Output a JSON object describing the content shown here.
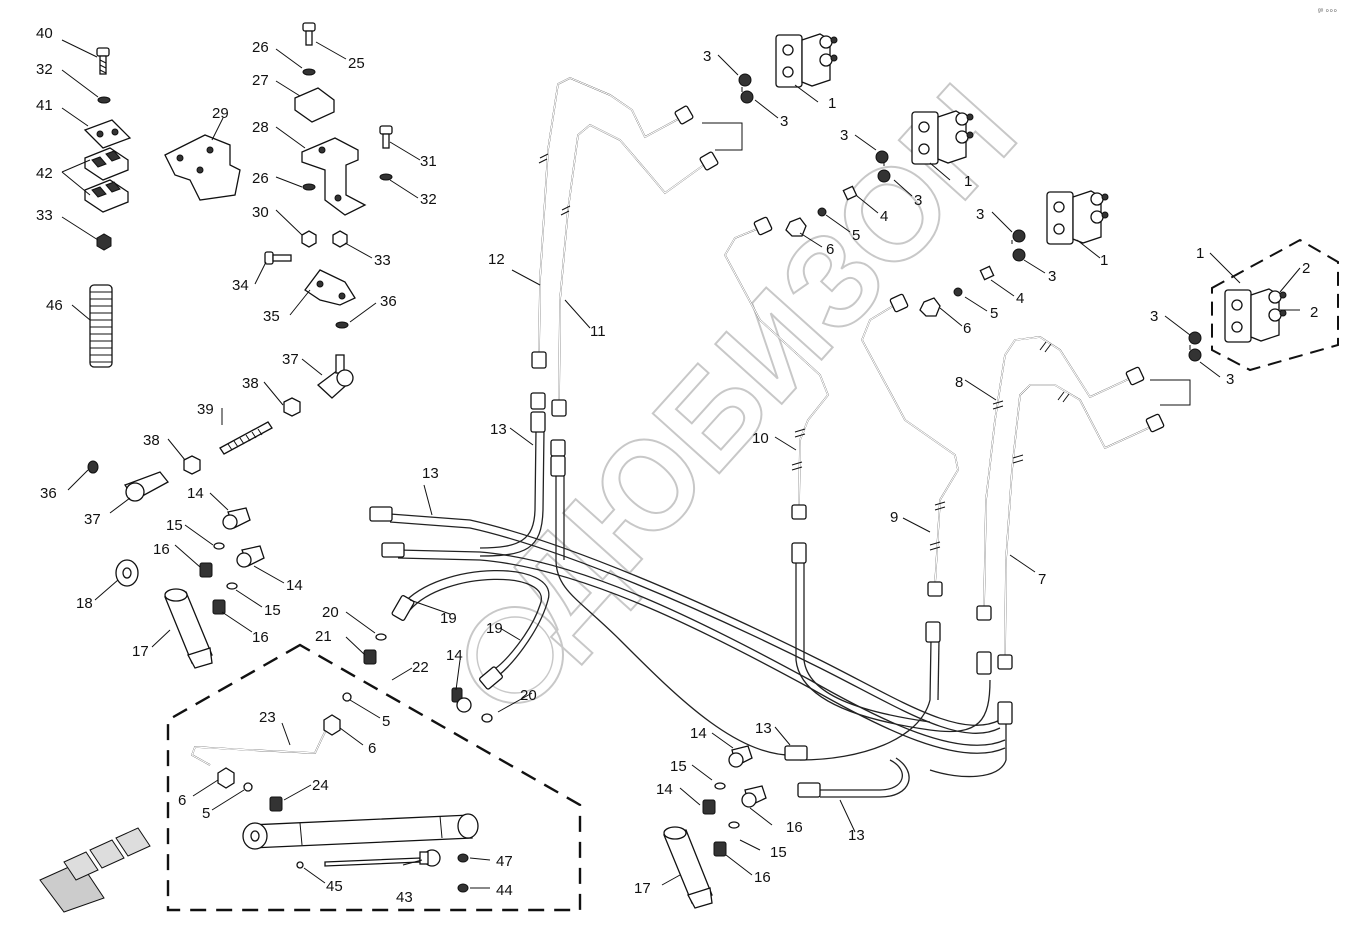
{
  "watermark": "ДЮБИЗОН",
  "corner_code": "ᵍᵒ ⸰⸰⸰",
  "callouts": [
    {
      "id": "c40",
      "text": "40"
    },
    {
      "id": "c32a",
      "text": "32"
    },
    {
      "id": "c41",
      "text": "41"
    },
    {
      "id": "c42",
      "text": "42"
    },
    {
      "id": "c33a",
      "text": "33"
    },
    {
      "id": "c46",
      "text": "46"
    },
    {
      "id": "c26a",
      "text": "26"
    },
    {
      "id": "c25",
      "text": "25"
    },
    {
      "id": "c27",
      "text": "27"
    },
    {
      "id": "c29",
      "text": "29"
    },
    {
      "id": "c28",
      "text": "28"
    },
    {
      "id": "c31",
      "text": "31"
    },
    {
      "id": "c26b",
      "text": "26"
    },
    {
      "id": "c32b",
      "text": "32"
    },
    {
      "id": "c30",
      "text": "30"
    },
    {
      "id": "c33b",
      "text": "33"
    },
    {
      "id": "c34",
      "text": "34"
    },
    {
      "id": "c36a",
      "text": "36"
    },
    {
      "id": "c35",
      "text": "35"
    },
    {
      "id": "c37a",
      "text": "37"
    },
    {
      "id": "c38a",
      "text": "38"
    },
    {
      "id": "c39",
      "text": "39"
    },
    {
      "id": "c38b",
      "text": "38"
    },
    {
      "id": "c36b",
      "text": "36"
    },
    {
      "id": "c37b",
      "text": "37"
    },
    {
      "id": "c14a",
      "text": "14"
    },
    {
      "id": "c15a",
      "text": "15"
    },
    {
      "id": "c16a",
      "text": "16"
    },
    {
      "id": "c14b",
      "text": "14"
    },
    {
      "id": "c15b",
      "text": "15"
    },
    {
      "id": "c18",
      "text": "18"
    },
    {
      "id": "c16b",
      "text": "16"
    },
    {
      "id": "c17a",
      "text": "17"
    },
    {
      "id": "c20a",
      "text": "20"
    },
    {
      "id": "c21",
      "text": "21"
    },
    {
      "id": "c22",
      "text": "22"
    },
    {
      "id": "c23",
      "text": "23"
    },
    {
      "id": "c5a",
      "text": "5"
    },
    {
      "id": "c6a",
      "text": "6"
    },
    {
      "id": "c24",
      "text": "24"
    },
    {
      "id": "c6b",
      "text": "6"
    },
    {
      "id": "c5b",
      "text": "5"
    },
    {
      "id": "c47",
      "text": "47"
    },
    {
      "id": "c45",
      "text": "45"
    },
    {
      "id": "c43",
      "text": "43"
    },
    {
      "id": "c44",
      "text": "44"
    },
    {
      "id": "c12",
      "text": "12"
    },
    {
      "id": "c11",
      "text": "11"
    },
    {
      "id": "c13a",
      "text": "13"
    },
    {
      "id": "c13b",
      "text": "13"
    },
    {
      "id": "c19a",
      "text": "19"
    },
    {
      "id": "c19b",
      "text": "19"
    },
    {
      "id": "c14c",
      "text": "14"
    },
    {
      "id": "c20b",
      "text": "20"
    },
    {
      "id": "c3a",
      "text": "3"
    },
    {
      "id": "c3b",
      "text": "3"
    },
    {
      "id": "c1a",
      "text": "1"
    },
    {
      "id": "c3c",
      "text": "3"
    },
    {
      "id": "c1b",
      "text": "1"
    },
    {
      "id": "c3d",
      "text": "3"
    },
    {
      "id": "c4a",
      "text": "4"
    },
    {
      "id": "c5c",
      "text": "5"
    },
    {
      "id": "c6c",
      "text": "6"
    },
    {
      "id": "c3e",
      "text": "3"
    },
    {
      "id": "c1c",
      "text": "1"
    },
    {
      "id": "c3f",
      "text": "3"
    },
    {
      "id": "c4b",
      "text": "4"
    },
    {
      "id": "c5d",
      "text": "5"
    },
    {
      "id": "c6d",
      "text": "6"
    },
    {
      "id": "c1d",
      "text": "1"
    },
    {
      "id": "c2a",
      "text": "2"
    },
    {
      "id": "c2b",
      "text": "2"
    },
    {
      "id": "c3g",
      "text": "3"
    },
    {
      "id": "c3h",
      "text": "3"
    },
    {
      "id": "c8",
      "text": "8"
    },
    {
      "id": "c10",
      "text": "10"
    },
    {
      "id": "c9",
      "text": "9"
    },
    {
      "id": "c7",
      "text": "7"
    },
    {
      "id": "c14d",
      "text": "14"
    },
    {
      "id": "c13c",
      "text": "13"
    },
    {
      "id": "c15c",
      "text": "15"
    },
    {
      "id": "c16c",
      "text": "16"
    },
    {
      "id": "c14e",
      "text": "14"
    },
    {
      "id": "c15d",
      "text": "15"
    },
    {
      "id": "c13d",
      "text": "13"
    },
    {
      "id": "c17b",
      "text": "17"
    },
    {
      "id": "c16d",
      "text": "16"
    }
  ]
}
